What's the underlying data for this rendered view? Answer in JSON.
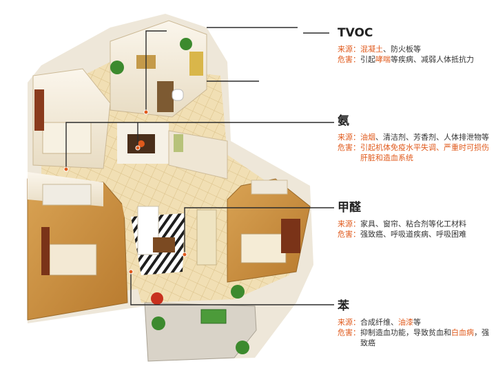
{
  "colors": {
    "accent": "#e05a1c",
    "text": "#333333",
    "line": "#2b2b2b"
  },
  "labels": {
    "source": "来源：",
    "harm": "危害："
  },
  "pollutants": [
    {
      "id": "tvoc",
      "name": "TVOC",
      "source": [
        {
          "t": "混凝土",
          "hl": true
        },
        {
          "t": "、防火板等",
          "hl": false
        }
      ],
      "harm": [
        {
          "t": "引起",
          "hl": false
        },
        {
          "t": "哮喘",
          "hl": true
        },
        {
          "t": "等疾病、减弱人体抵抗力",
          "hl": false
        }
      ]
    },
    {
      "id": "ammonia",
      "name": "氨",
      "source": [
        {
          "t": "油烟",
          "hl": true
        },
        {
          "t": "、清洁剂、芳香剂、人体排泄物等",
          "hl": false
        }
      ],
      "harm": [
        {
          "t": "引起机体免疫水平失调、严重时可损伤肝脏和造血系统",
          "hl": true
        }
      ]
    },
    {
      "id": "formaldehyde",
      "name": "甲醛",
      "source": [
        {
          "t": "家具、窗帘、粘合剂等化工材料",
          "hl": false
        }
      ],
      "harm": [
        {
          "t": "强致癌、呼吸道疾病、呼吸困难",
          "hl": false
        }
      ]
    },
    {
      "id": "benzene",
      "name": "苯",
      "source": [
        {
          "t": "合成纤维、",
          "hl": false
        },
        {
          "t": "油漆",
          "hl": true
        },
        {
          "t": "等",
          "hl": false
        }
      ],
      "harm": [
        {
          "t": "抑制造血功能，导致贫血和",
          "hl": false
        },
        {
          "t": "白血病",
          "hl": true
        },
        {
          "t": "，强致癌",
          "hl": false
        }
      ]
    }
  ]
}
